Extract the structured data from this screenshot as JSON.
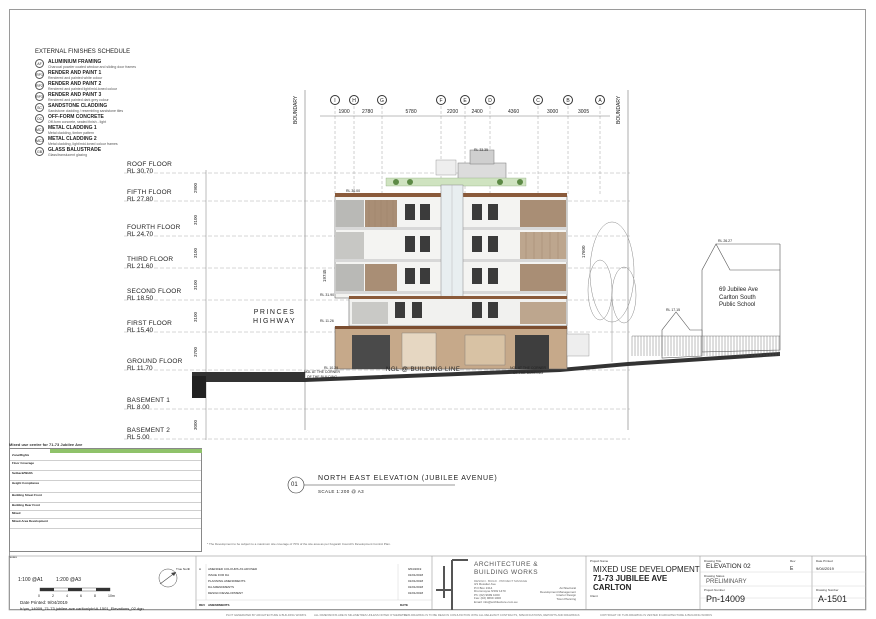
{
  "schedule": {
    "title": "EXTERNAL FINISHES SCHEDULE",
    "items": [
      {
        "code": "AF",
        "name": "ALUMINIUM FRAMING",
        "desc": "Charcoal powder coated window and sliding door frames"
      },
      {
        "code": "RP1",
        "name": "RENDER AND PAINT 1",
        "desc": "Rendered and painted white colour"
      },
      {
        "code": "RP2",
        "name": "RENDER AND PAINT 2",
        "desc": "Rendered and painted light/mid-toned colour"
      },
      {
        "code": "RP3",
        "name": "RENDER AND PAINT 3",
        "desc": "Rendered and painted dark grey colour"
      },
      {
        "code": "SC",
        "name": "SANDSTONE CLADDING",
        "desc": "Sandstone cladding / resembling sandstone tiles"
      },
      {
        "code": "OC",
        "name": "OFF-FORM  CONCRETE",
        "desc": "Off-form concrete, sealed finish - light"
      },
      {
        "code": "MC1",
        "name": "METAL CLADDING 1",
        "desc": "Metal cladding, timber pattern"
      },
      {
        "code": "MC2",
        "name": "METAL CLADDING 2",
        "desc": "Metal cladding, light/mid-toned colour frames"
      },
      {
        "code": "GB",
        "name": "GLASS BALUSTRADE",
        "desc": "Glass/translucent glazing"
      }
    ]
  },
  "boundary_label": "BOUNDARY",
  "grid": {
    "letters": [
      "I",
      "H",
      "G",
      "F",
      "E",
      "D",
      "C",
      "B",
      "A"
    ],
    "dims": [
      "1900",
      "2780",
      "5780",
      "2200",
      "2400",
      "4360",
      "3000",
      "3005"
    ]
  },
  "levels": [
    {
      "name": "ROOF FLOOR",
      "rl": "RL 30.70",
      "height": "2900"
    },
    {
      "name": "FIFTH  FLOOR",
      "rl": "RL 27.80",
      "height": "3100"
    },
    {
      "name": "FOURTH  FLOOR",
      "rl": "RL 24.70",
      "height": "3100"
    },
    {
      "name": "THIRD  FLOOR",
      "rl": "RL 21.60",
      "height": "3100"
    },
    {
      "name": "SECOND  FLOOR",
      "rl": "RL 18.50",
      "height": "3100"
    },
    {
      "name": "FIRST FLOOR",
      "rl": "RL 15.40",
      "height": "3700"
    },
    {
      "name": "GROUND  FLOOR",
      "rl": "RL 11.70",
      "height": "3700"
    },
    {
      "name": "BASEMENT  1",
      "rl": "RL 8.00",
      "height": "3000"
    },
    {
      "name": "BASEMENT  2",
      "rl": "RL 5.00",
      "height": ""
    }
  ],
  "annotations": {
    "highway": "PRINCES\nHIGHWAY",
    "ngl_building": "NGL @  BUILDING LINE",
    "ngl_left": "NGL AT THE CORNER\nOF THE BUILDING",
    "ngl_right": "NGL AT THE CORNER\nOF THE BUILDING",
    "school": "69 Jubilee Ave\nCarlton South\nPublic School",
    "rl_top": "RL 33.35",
    "rl_fifth": "RL 30.00",
    "rl_school": "RL 26.27",
    "rl_neighbour": "RL 17.15",
    "rl_second": "RL 31.90",
    "rl_first": "RL 11.26",
    "rl_ground": "RL 10.29",
    "height_right": "17600",
    "height_left": "19745"
  },
  "elevation": {
    "number": "01",
    "title": "NORTH  EAST  ELEVATION  (JUBILEE  AVENUE)",
    "scale": "SCALE  1:200  @  A3"
  },
  "table": {
    "heading": "Mixed use centre for 71-73 Jubilee Ave",
    "rows": [
      "Zone/Rights",
      "Floor Coverage",
      "Setback/Width",
      "Height Compliance",
      "Building Street Front",
      "Building Rear Front",
      "Mixed",
      "Mixed-Area Development"
    ],
    "footnote": "Notes"
  },
  "footer_note": "* The Development to be subject to a maximum site coverage of 70% of the site area as per Kogarah Council's Development Control Plan.",
  "scale_bar": {
    "label1": "1:100 @A1",
    "label2": "1:200 @A3",
    "ticks": [
      "0",
      "2",
      "4",
      "6",
      "8",
      "10m"
    ],
    "north": "True North"
  },
  "date_printed": "Date Printed: 9/04/2019",
  "file_path": "h:\\pn_14009_71-73 jubilee ave carlton\\pln\\A-1501_Elevations_02.dgn",
  "revisions": [
    {
      "rev": "A",
      "desc": "AMENDED COLOURS AS ADVISED",
      "date": "9/04/2019"
    },
    {
      "rev": "",
      "desc": "ISSUE FOR DA",
      "date": "01/01/2018"
    },
    {
      "rev": "",
      "desc": "PLANNING AMENDMENTS",
      "date": "01/01/2018"
    },
    {
      "rev": "",
      "desc": "DA AMENDMENTS",
      "date": "01/01/2018"
    },
    {
      "rev": "",
      "desc": "DESIGN DEVELOPMENT",
      "date": "01/01/2018"
    }
  ],
  "rev_headers": [
    "REV",
    "AMENDMENTS",
    "DATE"
  ],
  "firm": {
    "name1": "ARCHITECTURE &",
    "name2": "BUILDING  WORKS",
    "sub": "DESIGN . BUILD . PROJECT MANAGE",
    "address": "3/1 Rossiter Ave\nP.O Box 1314\nDrummoyne NSW 1470\nPh: (02) 9699 1000\nFax: (02) 9699 1000\nEmail: info@architecture.com.au",
    "roles": "Architectural\nDevelopment Management\nInterior Design\nTown Planning"
  },
  "project": {
    "label": "Project Name",
    "line1": "MIXED USE DEVELOPMENT",
    "line2": "71-73 JUBILEE AVE",
    "line3": "CARLTON",
    "client_label": "Client"
  },
  "drawing": {
    "title_label": "Drawing Title",
    "title": "ELEVATION  02",
    "status_label": "Drawing Status",
    "status": "PRELIMINARY",
    "project_no_label": "Project Number",
    "project_no": "Pn-14009",
    "rev_label": "Rev",
    "rev": "E",
    "date_label": "Date Printed",
    "date": "9/04/2019",
    "number_label": "Drawing Number",
    "number": "A-1501"
  },
  "disclaimer": {
    "left": "PLOT GENERATED BY ARCHITECTURE & BUILDING WORKS",
    "mid1": "THIS DRAWING IS TO BE READ IN CONJUNCTION WITH ALL RELEVANT CONTRACTS, SPECIFICATIONS, REPORTS AND DRAWINGS",
    "mid2": "ALL DIMENSIONS ARE IN MILLIMETRES UNLESS NOTED OTHERWISE",
    "right": "COPYRIGHT OF THIS DRAWING IS VESTED IN ARCHITECTURE & BUILDING WORKS"
  }
}
